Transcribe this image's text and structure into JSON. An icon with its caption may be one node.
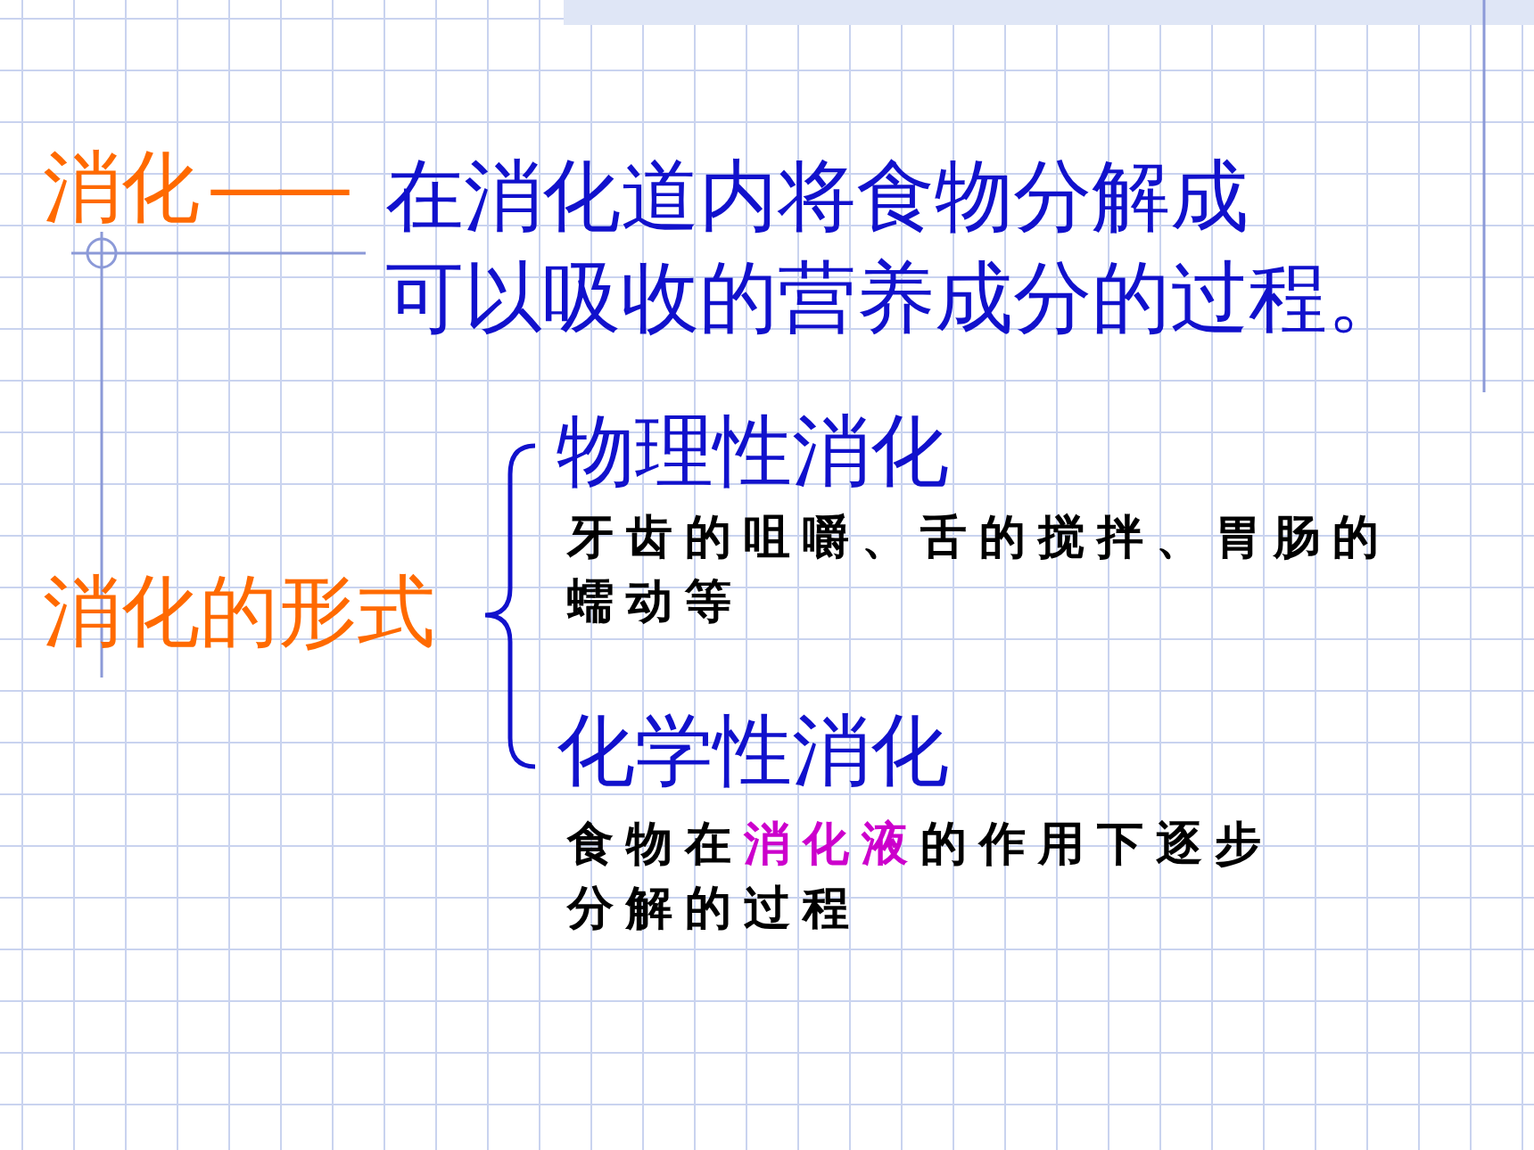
{
  "diagram": {
    "labels": [
      "消化",
      "——",
      "在消化道内将食物分解成可以吸收的营养成分的过程。",
      "消化的形式",
      "物理性消化",
      "牙齿的咀嚼、舌的搅拌、胃肠的蠕动等",
      "化学性消化",
      "食物在**消化液**的作用下逐步分解的过程"
    ]
  }
}
